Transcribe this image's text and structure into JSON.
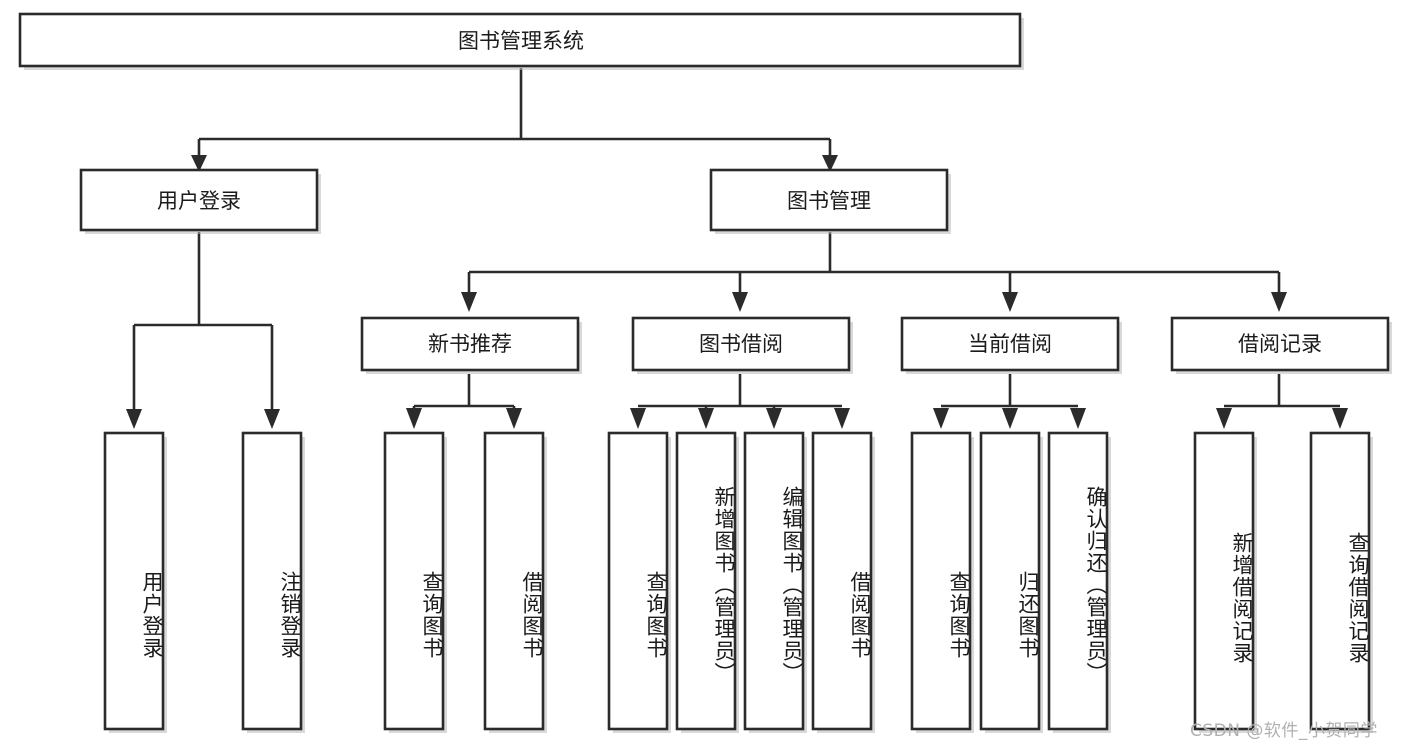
{
  "diagram": {
    "type": "hierarchy-tree",
    "orientation": "top-down",
    "root": {
      "id": "root",
      "label": "图书管理系统"
    },
    "level2": [
      {
        "id": "user-login",
        "label": "用户登录"
      },
      {
        "id": "book-manage",
        "label": "图书管理"
      }
    ],
    "level3": [
      {
        "id": "new-book-rec",
        "label": "新书推荐",
        "parent": "book-manage"
      },
      {
        "id": "book-borrow",
        "label": "图书借阅",
        "parent": "book-manage"
      },
      {
        "id": "current-borrow",
        "label": "当前借阅",
        "parent": "book-manage"
      },
      {
        "id": "borrow-record",
        "label": "借阅记录",
        "parent": "book-manage"
      }
    ],
    "leaves": [
      {
        "id": "leaf-user-login",
        "label": "用户登录",
        "parent": "user-login"
      },
      {
        "id": "leaf-user-logout",
        "label": "注销登录",
        "parent": "user-login"
      },
      {
        "id": "leaf-query-book-1",
        "label": "查询图书",
        "parent": "new-book-rec"
      },
      {
        "id": "leaf-borrow-book-1",
        "label": "借阅图书",
        "parent": "new-book-rec"
      },
      {
        "id": "leaf-query-book-2",
        "label": "查询图书",
        "parent": "book-borrow"
      },
      {
        "id": "leaf-add-book",
        "label": "新增图书（管理员）",
        "parent": "book-borrow"
      },
      {
        "id": "leaf-edit-book",
        "label": "编辑图书（管理员）",
        "parent": "book-borrow"
      },
      {
        "id": "leaf-borrow-book-2",
        "label": "借阅图书",
        "parent": "book-borrow"
      },
      {
        "id": "leaf-query-book-3",
        "label": "查询图书",
        "parent": "current-borrow"
      },
      {
        "id": "leaf-return-book",
        "label": "归还图书",
        "parent": "current-borrow"
      },
      {
        "id": "leaf-confirm-return",
        "label": "确认归还（管理员）",
        "parent": "current-borrow"
      },
      {
        "id": "leaf-add-record",
        "label": "新增借阅记录",
        "parent": "borrow-record"
      },
      {
        "id": "leaf-query-record",
        "label": "查询借阅记录",
        "parent": "borrow-record"
      }
    ]
  },
  "watermark": {
    "text": "CSDN @软件_小贺同学"
  },
  "colors": {
    "stroke": "#2b2b2b",
    "fill": "#ffffff",
    "text": "#1b1b1b",
    "watermark": "#b0b0b0",
    "background": "#ffffff"
  }
}
